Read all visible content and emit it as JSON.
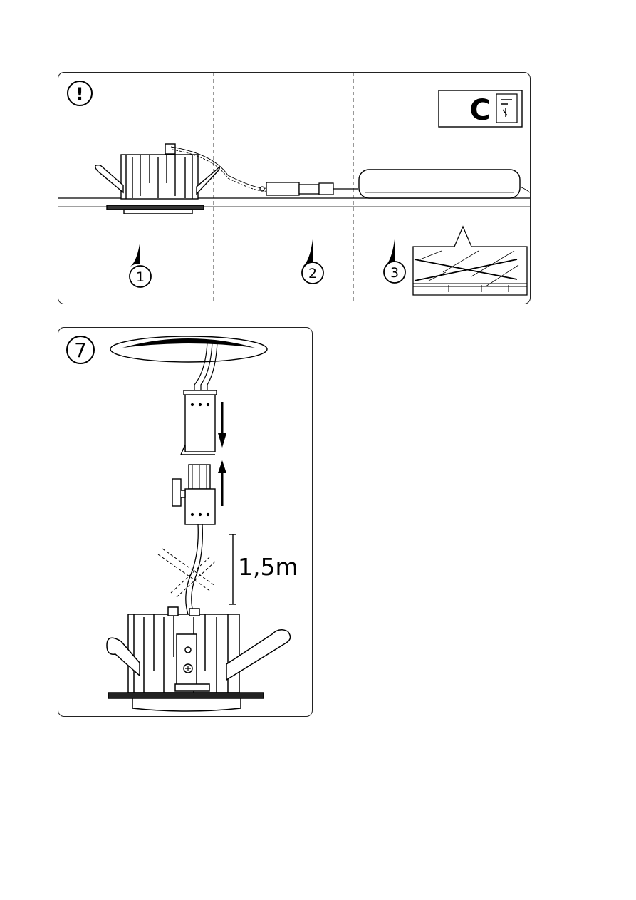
{
  "warning_panel": {
    "exclamation": "!",
    "steps": [
      "1",
      "2",
      "3"
    ],
    "class_badge_letter": "C"
  },
  "step7_panel": {
    "step_number": "7",
    "cable_length_label": "1,5m"
  },
  "colors": {
    "line": "#000000",
    "background": "#ffffff"
  }
}
